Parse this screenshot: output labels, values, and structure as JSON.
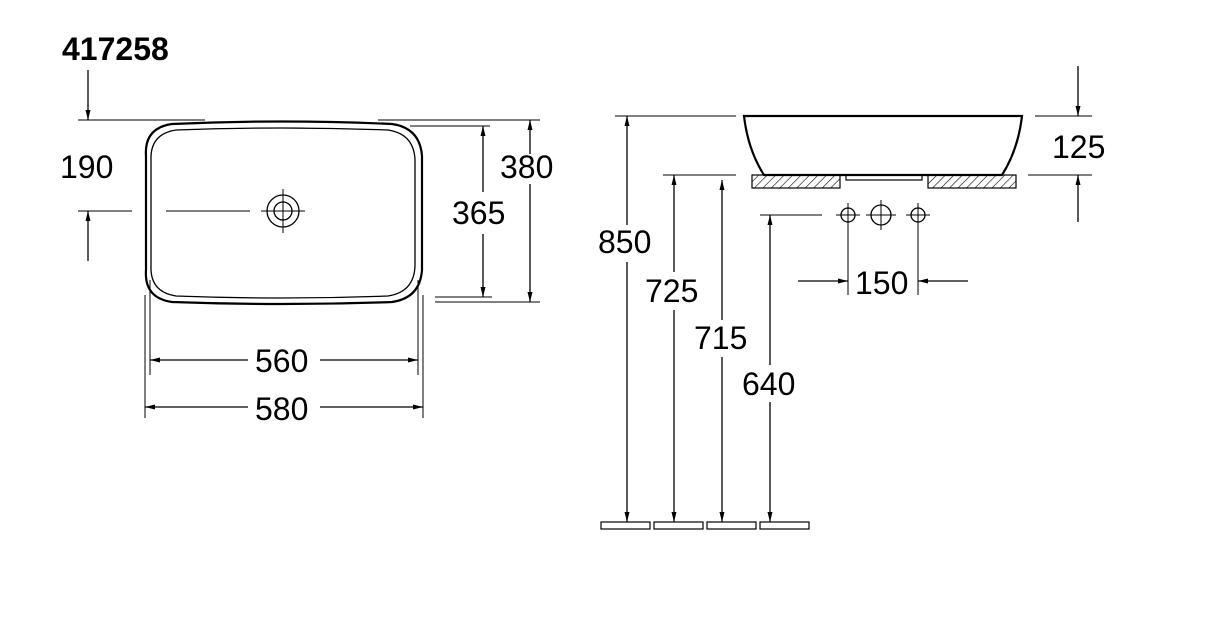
{
  "title": "417258",
  "dimensions": {
    "top_view": {
      "depth_to_drain": "190",
      "outer_depth": "380",
      "inner_depth": "365",
      "inner_width": "560",
      "outer_width": "580"
    },
    "side_view": {
      "total_height": "850",
      "basin_height": "125",
      "hole_spacing": "150",
      "counter_height_a": "725",
      "counter_height_b": "715",
      "drain_height": "640"
    }
  }
}
